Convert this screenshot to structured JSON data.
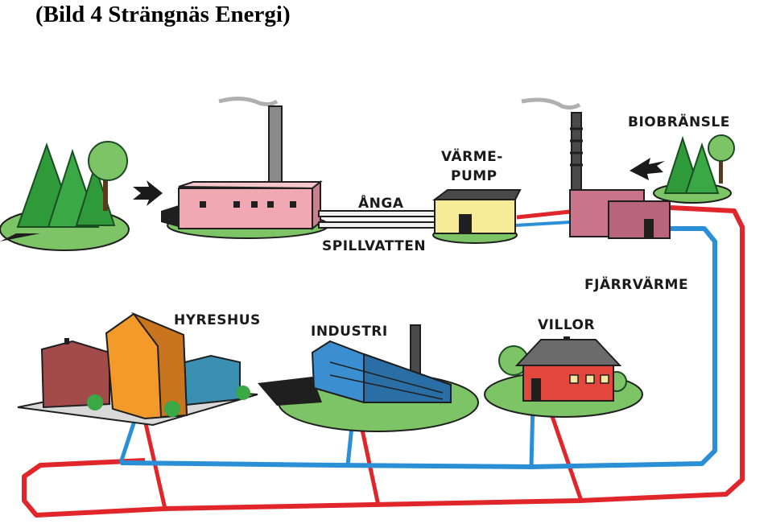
{
  "caption": "(Bild 4 Strängnäs Energi)",
  "labels": {
    "anga": "ÅNGA",
    "spillvatten": "SPILLVATTEN",
    "varmepump_line1": "VÄRME-",
    "varmepump_line2": "PUMP",
    "biobransle": "BIOBRÄNSLE",
    "fjarrvarme": "FJÄRRVÄRME",
    "hyreshus": "HYRESHUS",
    "industri": "INDUSTRI",
    "villor": "VILLOR"
  },
  "colors": {
    "supply_pipe": "#e0262a",
    "return_pipe": "#2b8fd6",
    "grass": "#7cc466",
    "tree": "#2f9a3a"
  }
}
